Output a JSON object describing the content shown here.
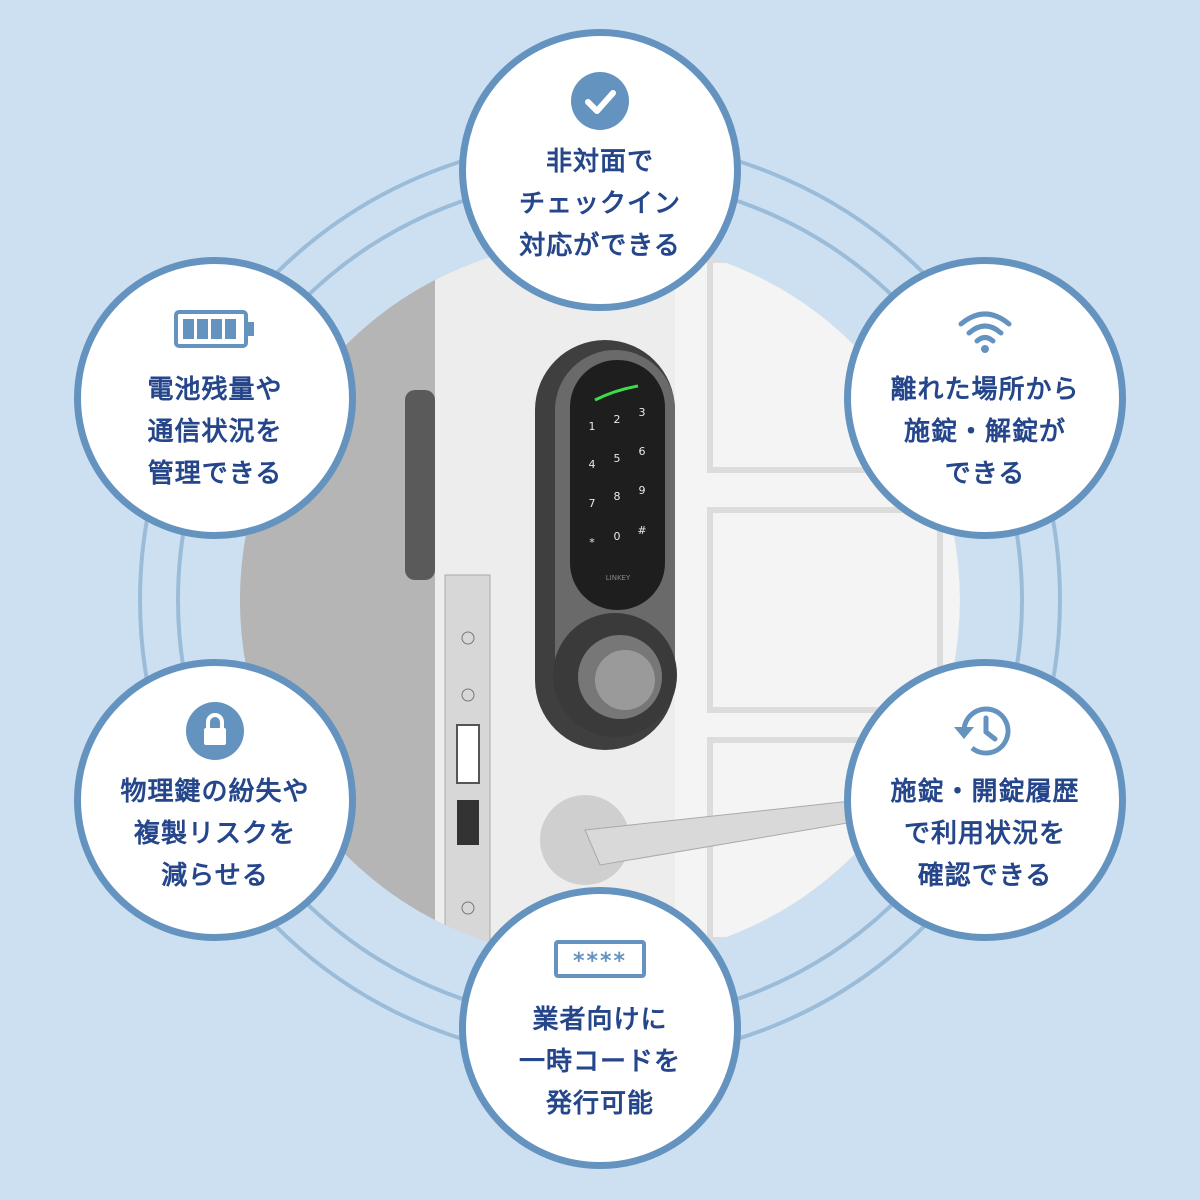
{
  "features": [
    {
      "id": "contactless-checkin",
      "icon": "check-circle-icon",
      "lines": [
        "非対面で",
        "チェックイン",
        "対応ができる"
      ]
    },
    {
      "id": "battery-status",
      "icon": "battery-icon",
      "lines": [
        "電池残量や",
        "通信状況を",
        "管理できる"
      ]
    },
    {
      "id": "remote-lock",
      "icon": "wifi-icon",
      "lines": [
        "離れた場所から",
        "施錠・解錠が",
        "できる"
      ]
    },
    {
      "id": "key-loss",
      "icon": "lock-icon",
      "lines": [
        "物理鍵の紛失や",
        "複製リスクを",
        "減らせる"
      ]
    },
    {
      "id": "lock-history",
      "icon": "history-icon",
      "lines": [
        "施錠・開錠履歴",
        "で利用状況を",
        "確認できる"
      ]
    },
    {
      "id": "temp-code",
      "icon": "password-icon",
      "lines": [
        "業者向けに",
        "一時コードを",
        "発行可能"
      ]
    }
  ],
  "password_icon_text": "****",
  "keypad": {
    "keys": [
      "1",
      "2",
      "3",
      "4",
      "5",
      "6",
      "7",
      "8",
      "9",
      "*",
      "0",
      "#"
    ],
    "brand": "LINKEY"
  },
  "colors": {
    "background": "#cde0f1",
    "accent": "#6593bf",
    "text": "#25468a",
    "ring": "#9bbcd9"
  }
}
